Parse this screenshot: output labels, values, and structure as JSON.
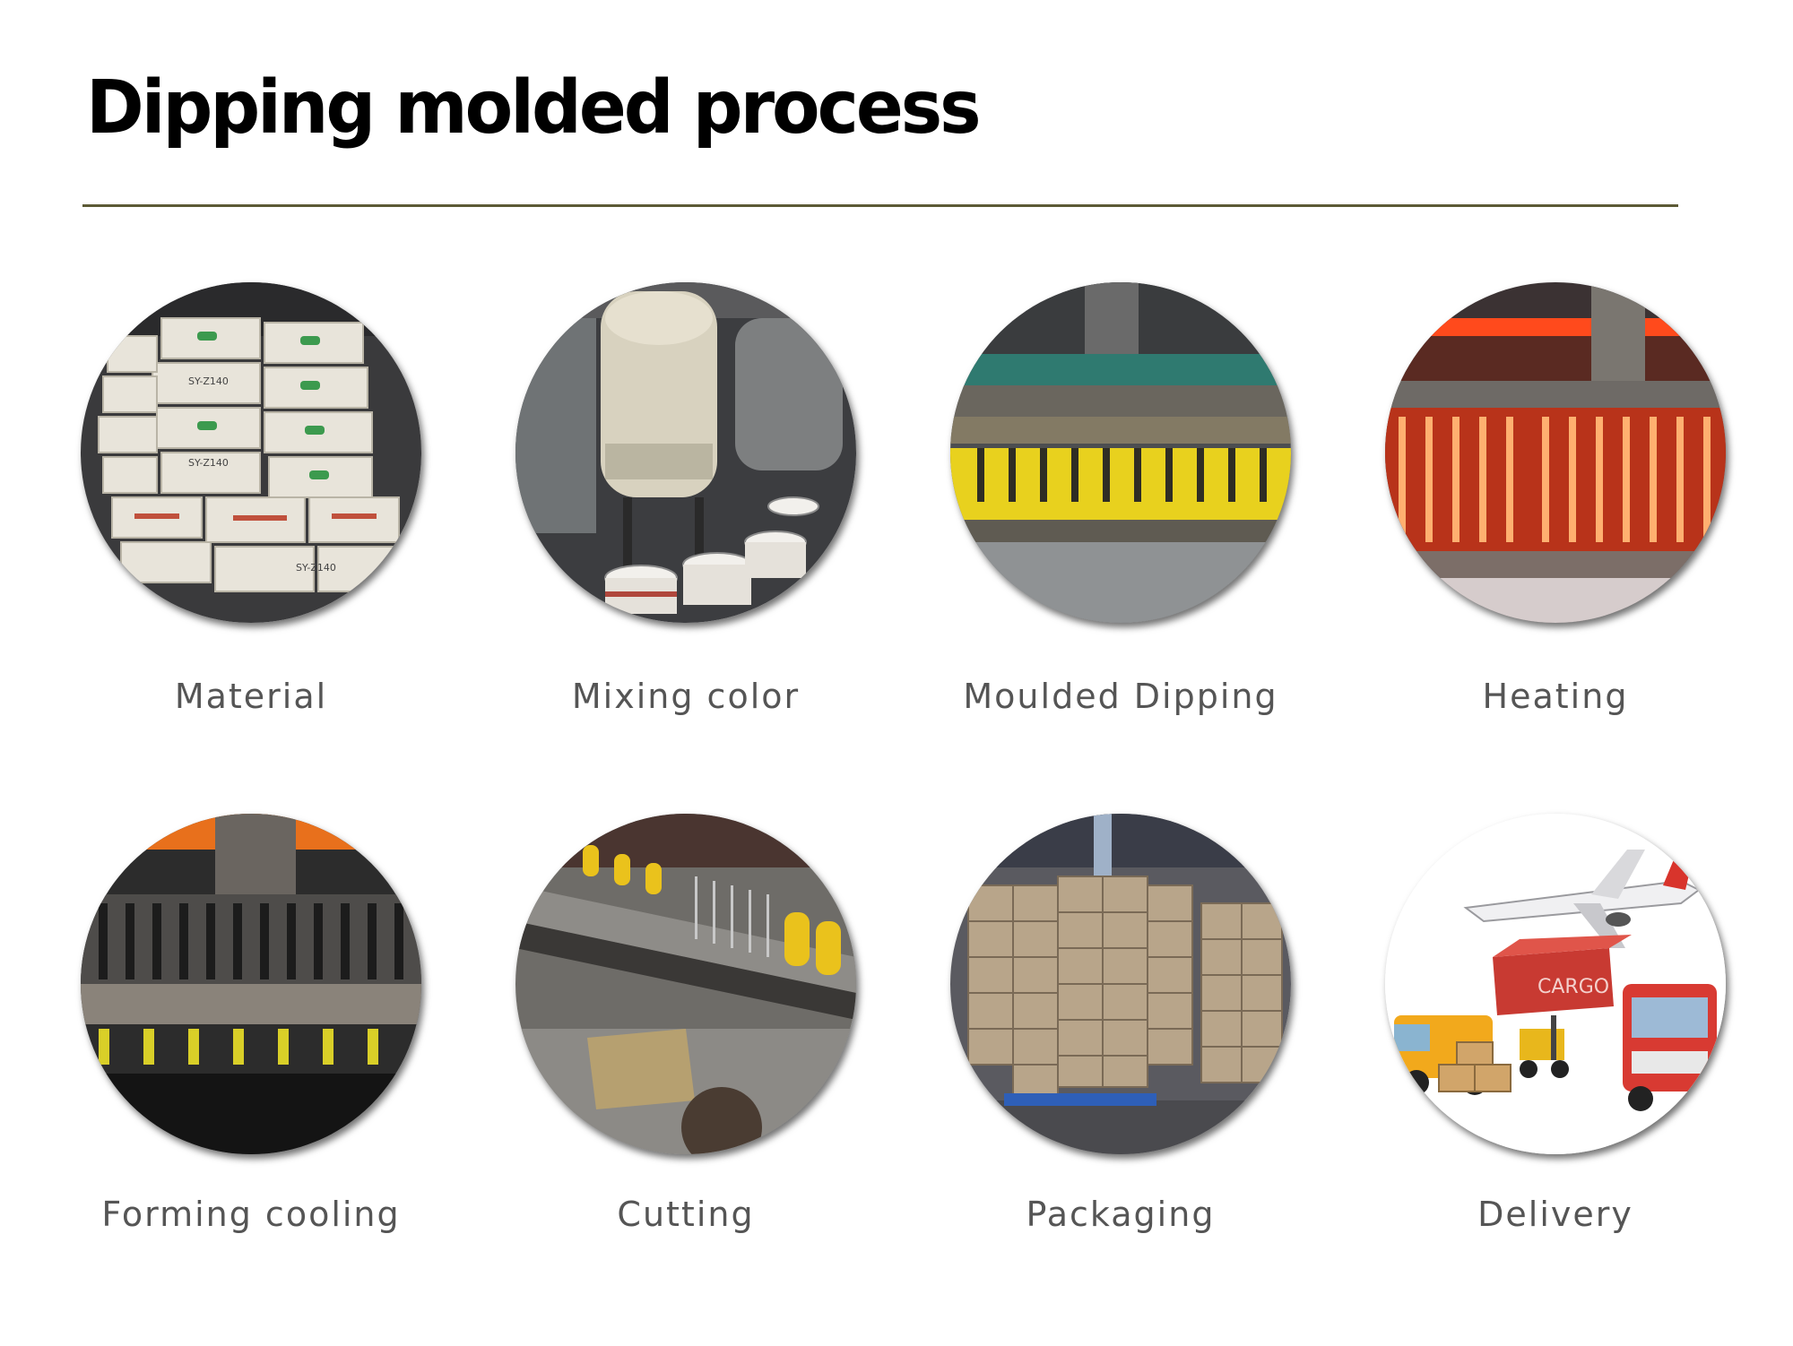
{
  "page": {
    "title": "Dipping molded process",
    "divider_color": "#5c5a36"
  },
  "steps": [
    {
      "label": "Material",
      "icon": "material-bags-photo"
    },
    {
      "label": "Mixing color",
      "icon": "mixing-tanks-photo"
    },
    {
      "label": "Moulded Dipping",
      "icon": "dipping-machine-photo"
    },
    {
      "label": "Heating",
      "icon": "heating-oven-photo"
    },
    {
      "label": "Forming cooling",
      "icon": "cooling-rack-photo"
    },
    {
      "label": "Cutting",
      "icon": "cutting-line-photo"
    },
    {
      "label": "Packaging",
      "icon": "boxes-pallet-photo"
    },
    {
      "label": "Delivery",
      "icon": "delivery-vehicles-photo"
    }
  ],
  "photo_text": {
    "bag_code": "SY-Z140",
    "container_text": "CARGO"
  }
}
